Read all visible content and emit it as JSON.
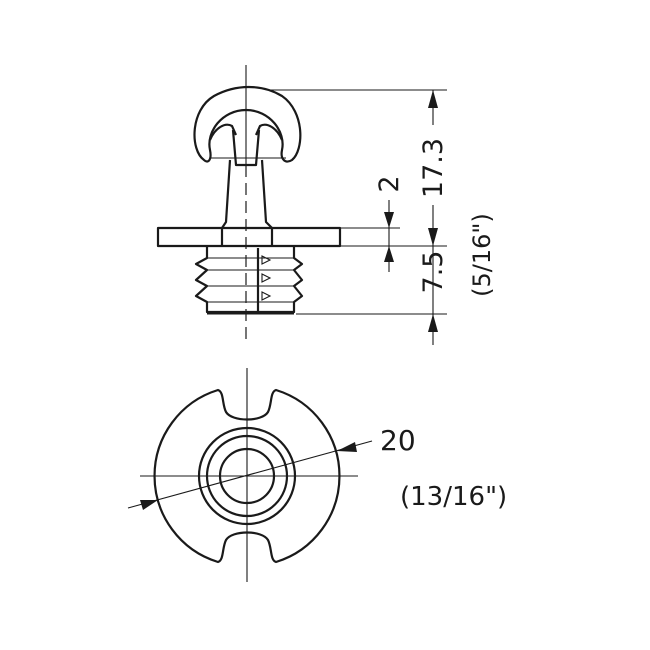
{
  "dimensions": {
    "overall_height": "17.3",
    "flange_thickness": "2",
    "thread_length": "7.5",
    "thread_length_inch": "(5/16\")",
    "diameter": "20",
    "diameter_inch": "(13/16\")"
  },
  "colors": {
    "line": "#1a1a1a",
    "background": "#ffffff"
  }
}
